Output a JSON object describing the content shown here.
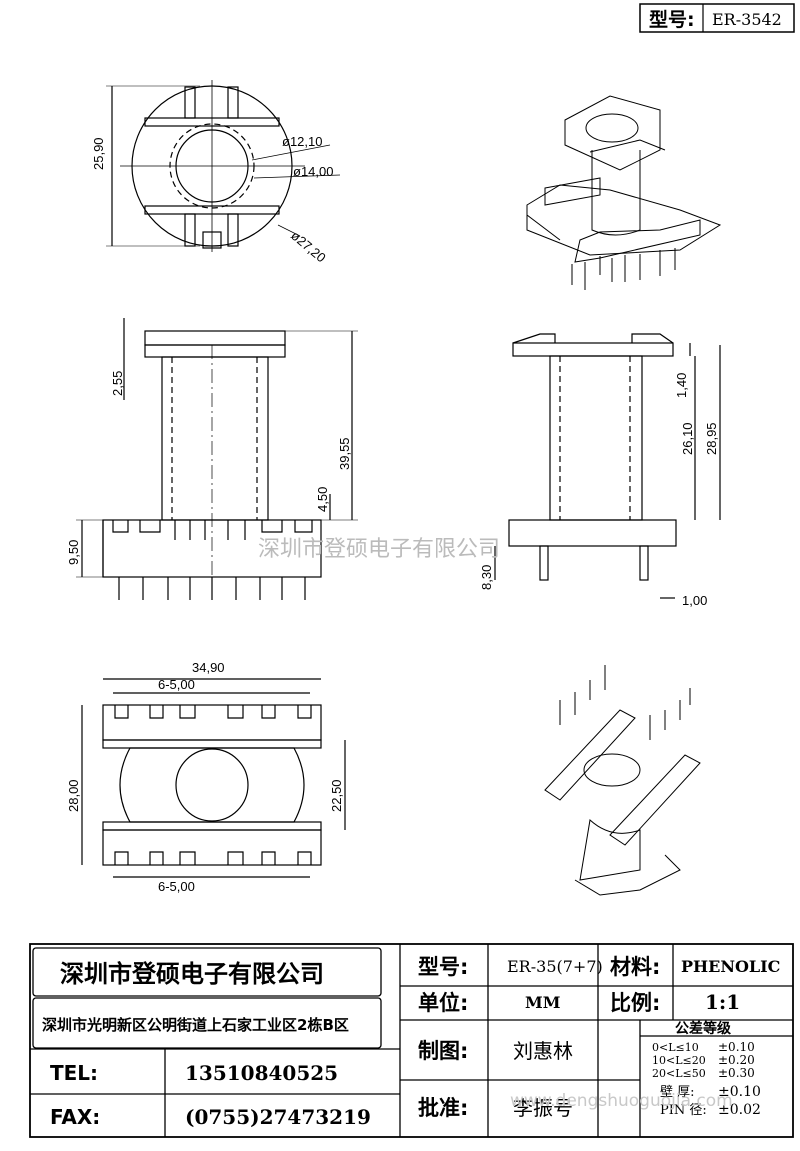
{
  "header": {
    "model_label": "型号:",
    "model_value": "ER-3542"
  },
  "dimensions": {
    "top_height": "25,90",
    "dia_inner": "ø12,10",
    "dia_mid": "ø14,00",
    "dia_outer": "ø27,20",
    "flange_thickness": "2,55",
    "total_height": "39,55",
    "base_gap": "4,50",
    "base_height": "9,50",
    "side_top": "1,40",
    "side_body": "26,10",
    "side_total": "28,95",
    "pin_length": "8,30",
    "pin_width": "1,00",
    "width": "34,90",
    "pitch_top": "6-5,00",
    "pitch_bottom": "6-5,00",
    "depth": "28,00",
    "inner_depth": "22,50"
  },
  "watermark": "深圳市登硕电子有限公司",
  "watermark_url": "www.dengshuoguojia.com",
  "title_block": {
    "company": "深圳市登硕电子有限公司",
    "address": "深圳市光明新区公明街道上石家工业区2栋B区",
    "tel_label": "TEL:",
    "tel_value": "13510840525",
    "fax_label": "FAX:",
    "fax_value": "(0755)27473219",
    "model_label": "型号:",
    "model_value": "ER-35(7+7)",
    "material_label": "材料:",
    "material_value": "PHENOLIC",
    "unit_label": "单位:",
    "unit_value": "MM",
    "scale_label": "比例:",
    "scale_value": "1:1",
    "drawn_label": "制图:",
    "drawn_value": "刘惠林",
    "approved_label": "批准:",
    "approved_value": "李振号",
    "tolerance_title": "公差等级",
    "tol_rows": [
      {
        "range": "0<L≤10",
        "value": "±0.10"
      },
      {
        "range": "10<L≤20",
        "value": "±0.20"
      },
      {
        "range": "20<L≤50",
        "value": "±0.30"
      },
      {
        "range": "壁  厚:",
        "value": "±0.10"
      },
      {
        "range": "PIN 径:",
        "value": "±0.02"
      }
    ]
  }
}
